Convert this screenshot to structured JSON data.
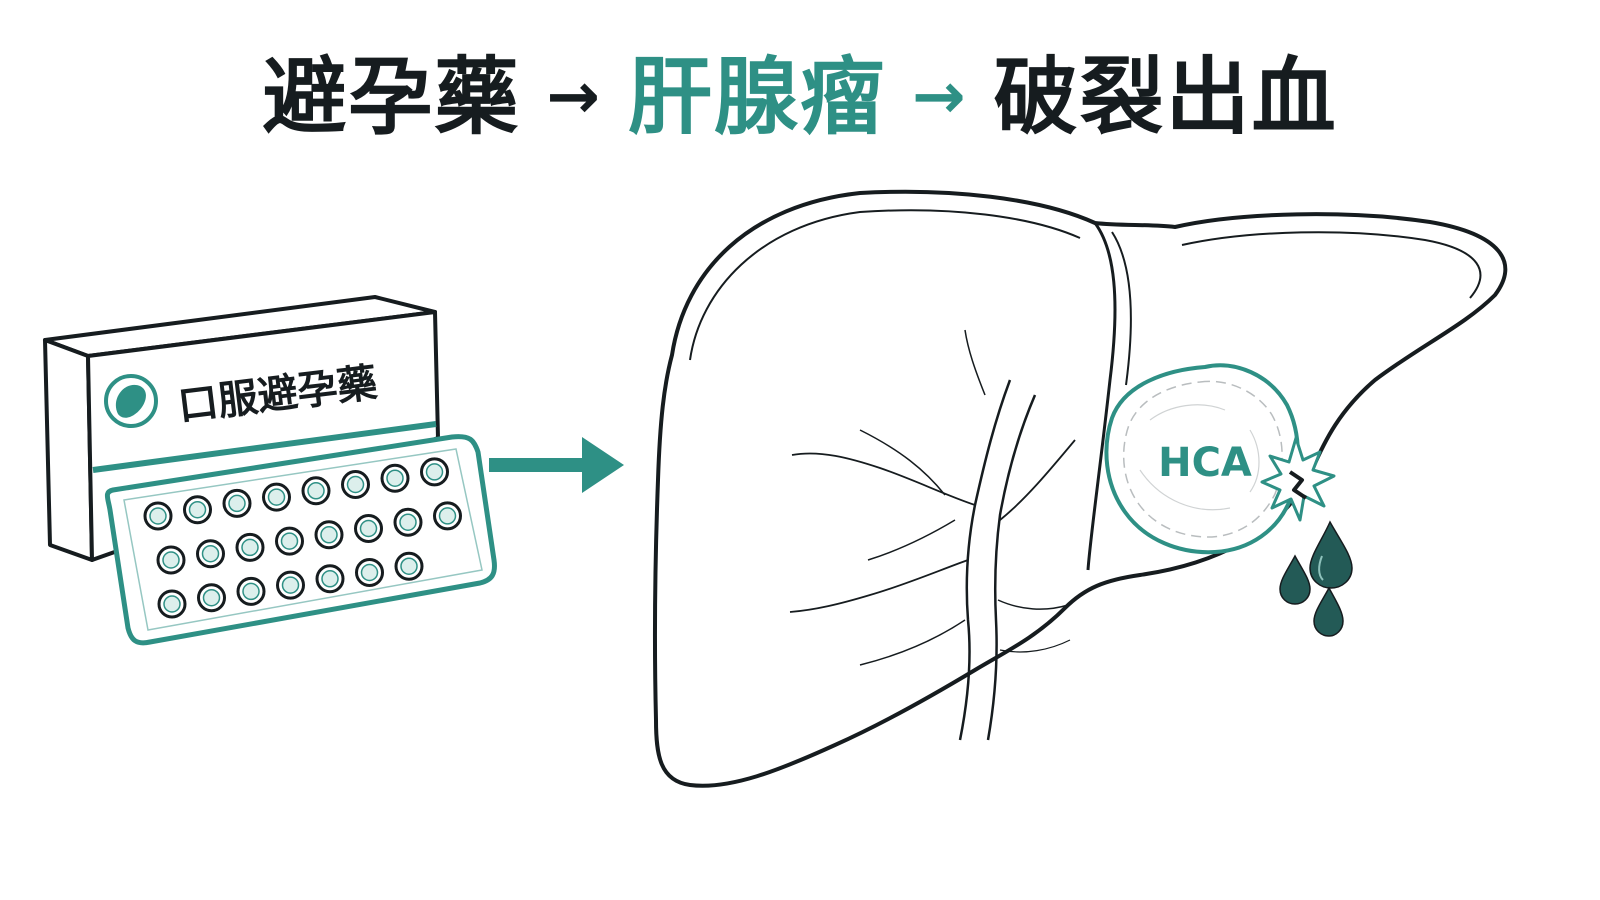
{
  "headline": {
    "step1": "避孕藥",
    "arrow1": "→",
    "step2": "肝腺瘤",
    "arrow2": "→",
    "step3": "破裂出血"
  },
  "pill_box": {
    "label": "口服避孕藥",
    "blister_rows": 3,
    "blister_cols": 8
  },
  "liver": {
    "tumor_label": "HCA"
  },
  "colors": {
    "accent": "#2e9085",
    "ink": "#161c1f",
    "blood_drop": "#235a56"
  }
}
